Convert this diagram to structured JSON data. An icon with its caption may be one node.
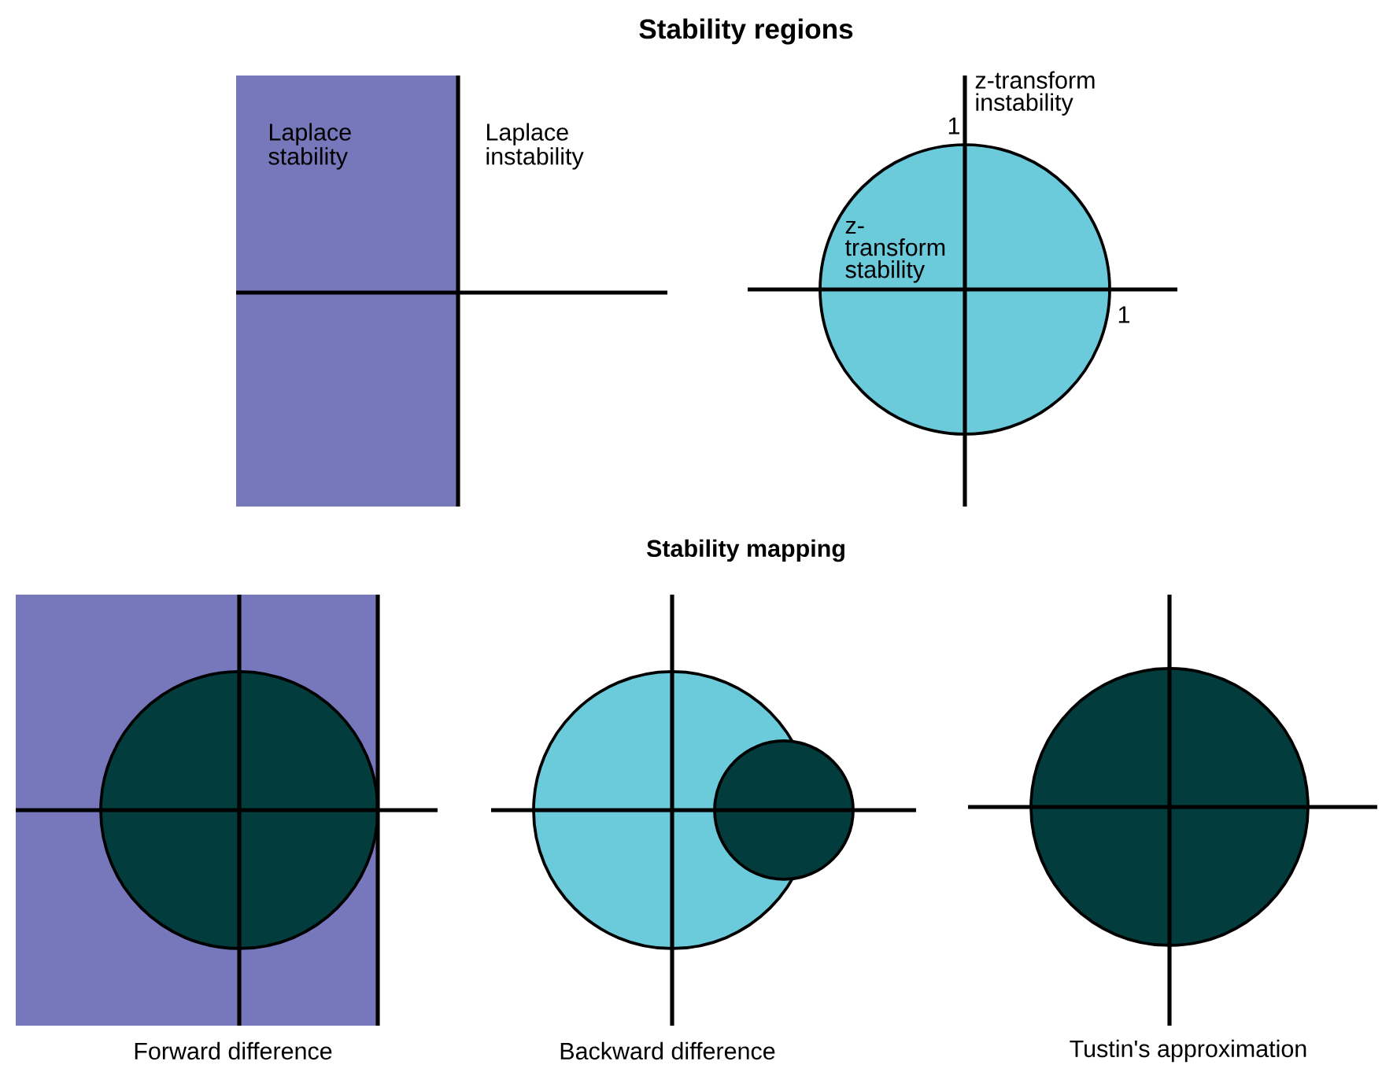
{
  "diagram": {
    "title": "Stability regions",
    "nodes": [
      {
        "text": [
          "Laplace stability"
        ]
      },
      {
        "text": [
          "z-transform stability"
        ],
        "beside": [
          "1",
          "1"
        ]
      }
    ],
    "labels": [
      "Laplace instability",
      "z-transform instability",
      "Stability mapping",
      "Forward difference",
      "Backward difference",
      "Tustin's approximation"
    ]
  }
}
